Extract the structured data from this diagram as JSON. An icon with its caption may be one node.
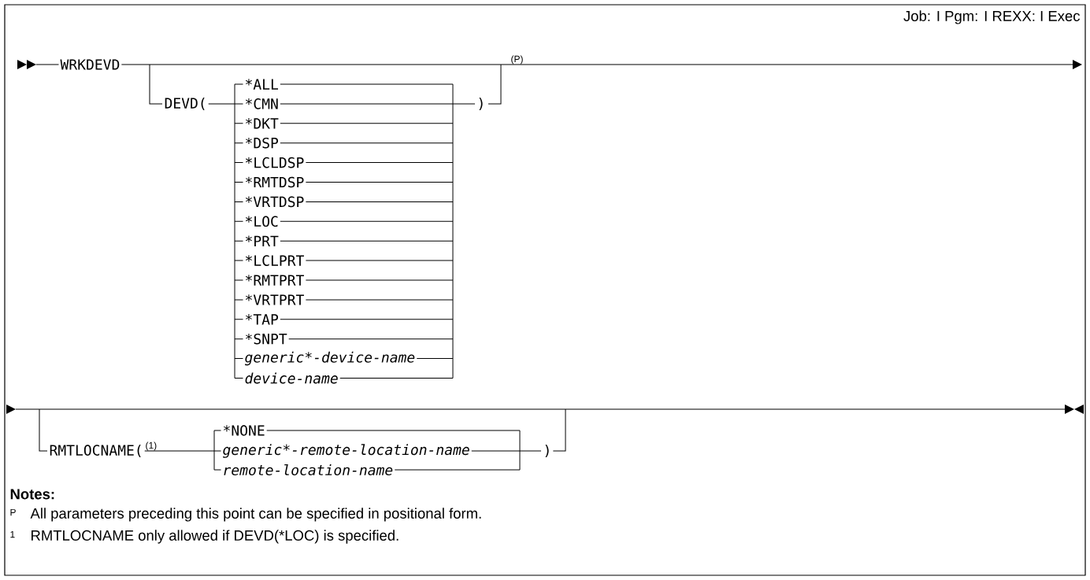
{
  "diagram": {
    "labels": [
      "Job: I  Pgm: I  REXX: I  Exec",
      "WRKDEVD",
      "(P)",
      "DEVD(",
      "*ALL",
      "*CMN",
      "*DKT",
      "*DSP",
      "*LCLDSP",
      "*RMTDSP",
      "*VRTDSP",
      "*LOC",
      "*PRT",
      "*LCLPRT",
      "*RMTPRT",
      "*VRTPRT",
      "*TAP",
      "*SNPT",
      "generic*-device-name",
      "device-name",
      ")",
      "RMTLOCNAME(",
      "(1)",
      "*NONE",
      "generic*-remote-location-name",
      "remote-location-name",
      ")",
      "Notes:",
      "P",
      "All parameters preceding this point can be specified in positional form.",
      "1",
      "RMTLOCNAME only allowed if DEVD(*LOC) is specified."
    ]
  }
}
